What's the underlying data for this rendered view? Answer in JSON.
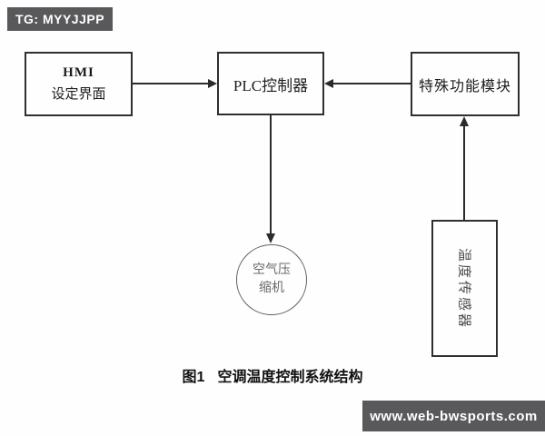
{
  "watermarks": {
    "top_left": "TG: MYYJJPP",
    "bottom_right": "www.web-bwsports.com"
  },
  "diagram": {
    "nodes": {
      "hmi": {
        "line1": "HMI",
        "line2": "设定界面"
      },
      "plc": {
        "label": "PLC控制器"
      },
      "special_module": {
        "label": "特殊功能模块"
      },
      "compressor": {
        "line1": "空气压",
        "line2": "缩机"
      },
      "sensor": {
        "label": "温度传感器"
      }
    },
    "edges": [
      {
        "from": "hmi",
        "to": "plc",
        "direction": "right"
      },
      {
        "from": "special_module",
        "to": "plc",
        "direction": "left"
      },
      {
        "from": "plc",
        "to": "compressor",
        "direction": "down"
      },
      {
        "from": "sensor",
        "to": "special_module",
        "direction": "up"
      }
    ],
    "caption": {
      "figure_no": "图1",
      "text": "空调温度控制系统结构"
    }
  },
  "colors": {
    "background": "#fefefe",
    "badge_bg": "#59595b",
    "badge_text": "#ffffff",
    "box_border": "#2f2f2f",
    "line": "#2b2b2b",
    "muted_text": "#6a6a6a"
  }
}
